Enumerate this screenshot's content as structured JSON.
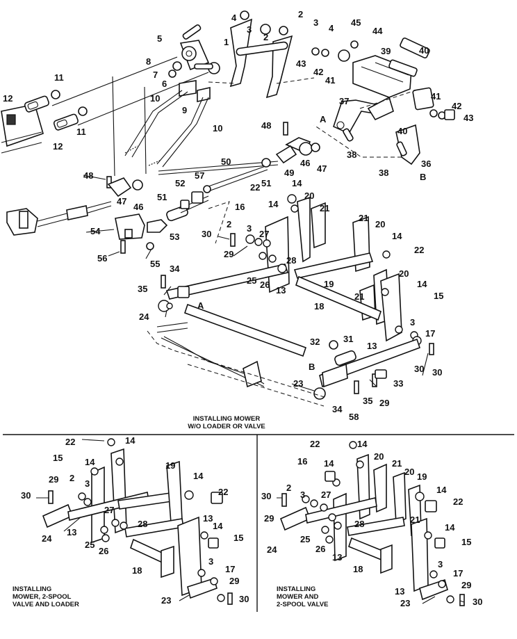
{
  "captions": {
    "top_line1": "INSTALLING MOWER",
    "top_line2": "W/O LOADER OR VALVE",
    "bottom_left_line1": "INSTALLING",
    "bottom_left_line2": "MOWER, 2-SPOOL",
    "bottom_left_line3": "VALVE AND LOADER",
    "bottom_right_line1": "INSTALLING",
    "bottom_right_line2": "MOWER AND",
    "bottom_right_line3": "2-SPOOL VALVE"
  },
  "colors": {
    "ink": "#111111",
    "paper": "#ffffff"
  },
  "top_callouts": [
    "4",
    "3",
    "2",
    "2",
    "1",
    "5",
    "8",
    "7",
    "6",
    "9",
    "10",
    "10",
    "11",
    "12",
    "11",
    "12",
    "3",
    "4",
    "45",
    "44",
    "43",
    "42",
    "41",
    "39",
    "40",
    "37",
    "41",
    "42",
    "43",
    "40",
    "38",
    "36",
    "38",
    "A",
    "B",
    "48",
    "46",
    "47",
    "49",
    "51",
    "50",
    "48",
    "47",
    "57",
    "52",
    "51",
    "46",
    "53",
    "54",
    "55",
    "56",
    "22",
    "14",
    "16",
    "14",
    "21",
    "20",
    "21",
    "20",
    "14",
    "22",
    "30",
    "2",
    "3",
    "27",
    "29",
    "28",
    "25",
    "26",
    "13",
    "19",
    "34",
    "35",
    "24",
    "A",
    "18",
    "20",
    "21",
    "14",
    "15",
    "3",
    "17",
    "32",
    "31",
    "13",
    "B",
    "23",
    "33",
    "34",
    "35",
    "58",
    "29",
    "30"
  ],
  "bottom_left_callouts": [
    "22",
    "14",
    "15",
    "14",
    "29",
    "2",
    "3",
    "30",
    "27",
    "28",
    "24",
    "13",
    "25",
    "26",
    "19",
    "14",
    "22",
    "14",
    "13",
    "15",
    "18",
    "3",
    "17",
    "29",
    "23",
    "30"
  ],
  "bottom_right_callouts": [
    "22",
    "14",
    "16",
    "14",
    "20",
    "21",
    "20",
    "19",
    "30",
    "2",
    "3",
    "27",
    "14",
    "22",
    "29",
    "28",
    "24",
    "25",
    "26",
    "13",
    "21",
    "14",
    "15",
    "18",
    "3",
    "17",
    "29",
    "13",
    "23",
    "30"
  ]
}
